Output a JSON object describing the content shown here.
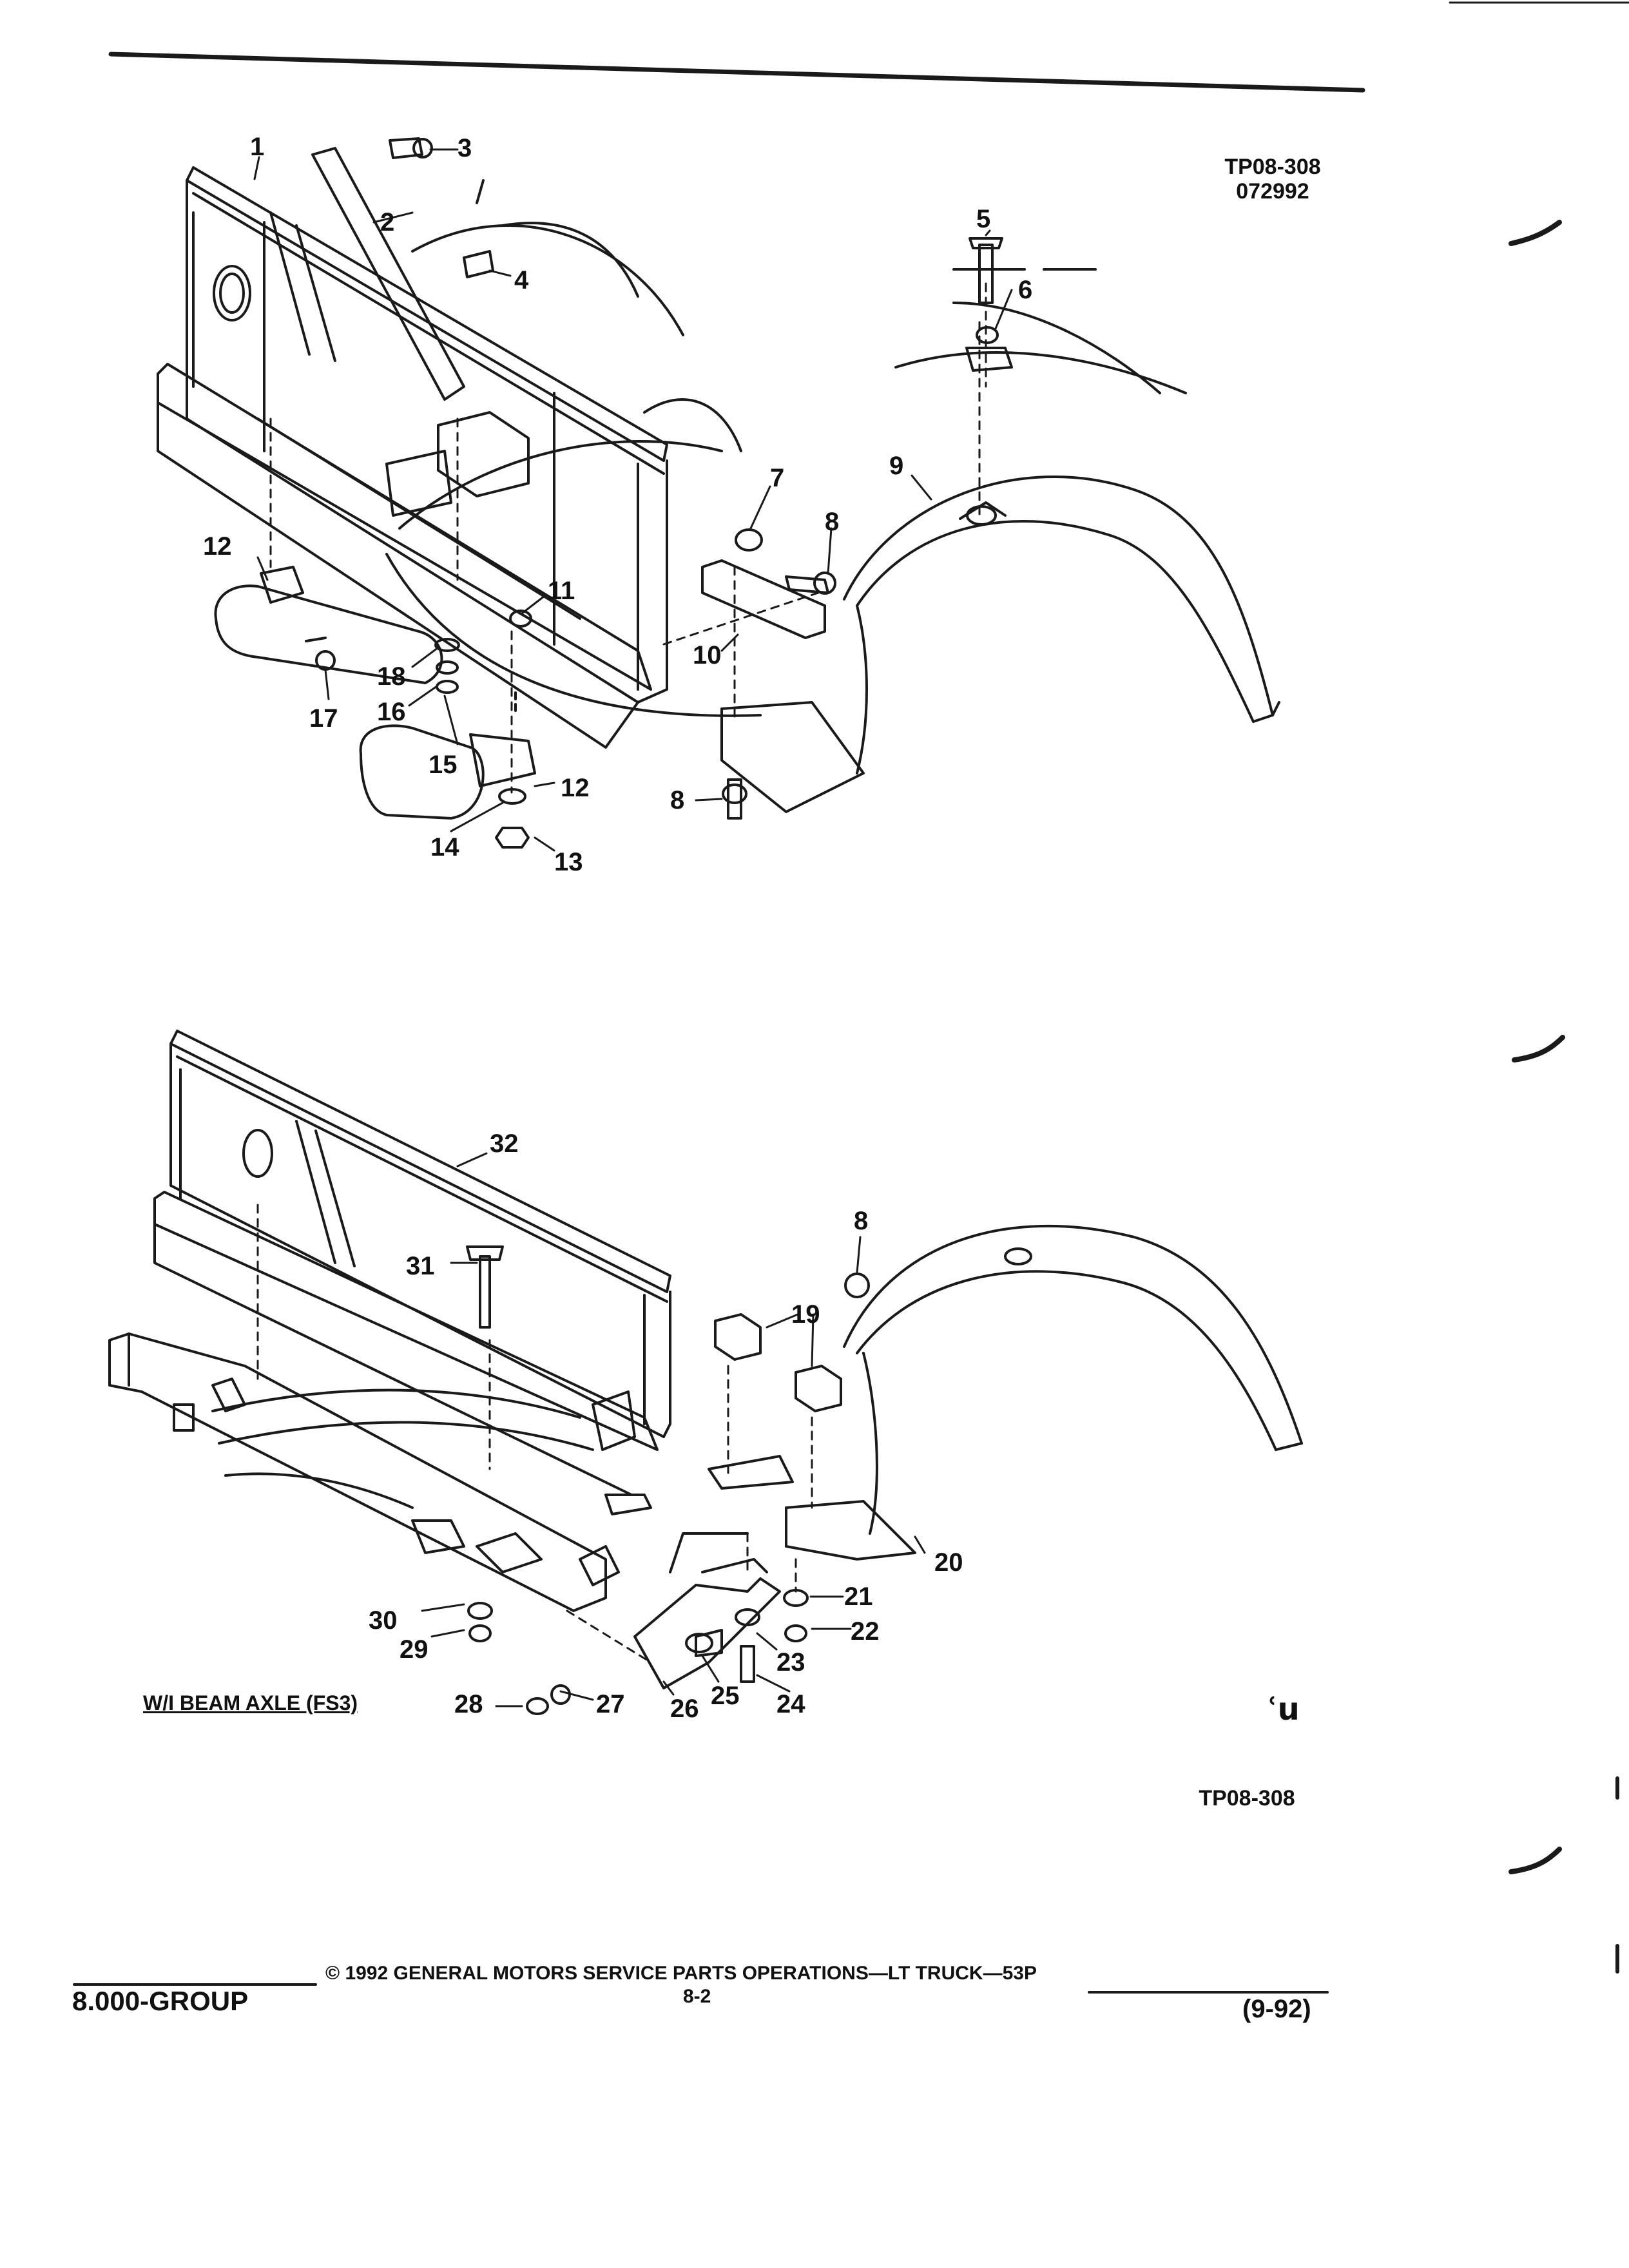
{
  "top_diagram": {
    "ref_code": "TP08-308",
    "ref_date": "072992",
    "callouts": [
      "1",
      "2",
      "3",
      "4",
      "5",
      "6",
      "7",
      "8",
      "9",
      "10",
      "11",
      "12",
      "12",
      "13",
      "14",
      "15",
      "16",
      "17",
      "18",
      "8"
    ]
  },
  "bottom_diagram": {
    "caption": "W/I BEAM AXLE (FS3)",
    "callouts": [
      "32",
      "31",
      "8",
      "19",
      "20",
      "21",
      "22",
      "23",
      "24",
      "25",
      "26",
      "27",
      "28",
      "29",
      "30"
    ],
    "logo_mark": "ʿu"
  },
  "ref_code_bottom": "TP08-308",
  "footer": {
    "group": "8.000-GROUP",
    "copyright": "© 1992 GENERAL MOTORS SERVICE PARTS OPERATIONS—LT TRUCK—53P",
    "page_number": "8-2",
    "revision": "(9-92)"
  }
}
